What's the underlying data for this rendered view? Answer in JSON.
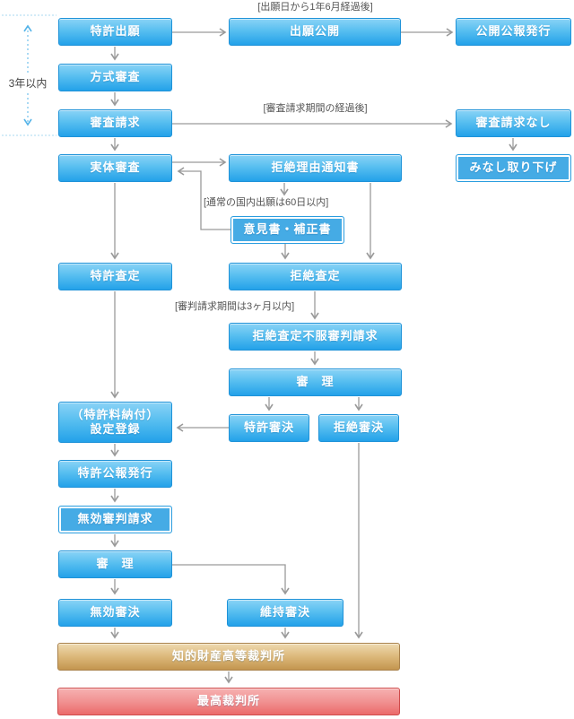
{
  "diagram": {
    "subject": "patent-application-procedure-flowchart",
    "language": "ja"
  },
  "nodes": {
    "patent_application": {
      "label": "特許出願"
    },
    "application_publication": {
      "label": "出願公開"
    },
    "publication_gazette": {
      "label": "公開公報発行"
    },
    "formality_exam": {
      "label": "方式審査"
    },
    "exam_request": {
      "label": "審査請求"
    },
    "no_exam_request": {
      "label": "審査請求なし"
    },
    "substantive_exam": {
      "label": "実体審査"
    },
    "rejection_notice": {
      "label": "拒絶理由通知書"
    },
    "deemed_withdrawal": {
      "label": "みなし取り下げ"
    },
    "opinion_amendment": {
      "label": "意見書・補正書"
    },
    "patent_decision": {
      "label": "特許査定"
    },
    "rejection_decision": {
      "label": "拒絶査定"
    },
    "appeal_request": {
      "label": "拒絶査定不服審判請求"
    },
    "trial_examination_1": {
      "label": "審　理"
    },
    "registration": {
      "label": "（特許料納付）\n設定登録"
    },
    "patent_trial_decision": {
      "label": "特許審決"
    },
    "rejection_trial_decision": {
      "label": "拒絶審決"
    },
    "patent_gazette": {
      "label": "特許公報発行"
    },
    "invalidation_request": {
      "label": "無効審判請求"
    },
    "trial_examination_2": {
      "label": "審　理"
    },
    "invalidation_decision": {
      "label": "無効審決"
    },
    "maintenance_decision": {
      "label": "維持審決"
    },
    "ip_high_court": {
      "label": "知的財産高等裁判所"
    },
    "supreme_court": {
      "label": "最高裁判所"
    }
  },
  "annotations": {
    "publication_period": "[出願日から1年6月経過後]",
    "exam_request_period": "[審査請求期間の経過後]",
    "response_period": "[通常の国内出願は60日以内]",
    "appeal_period": "[審判請求期間は3ヶ月以内]",
    "three_years": "3年以内"
  },
  "colors": {
    "box_blue_gradient_top": "#8ad3f6",
    "box_blue_gradient_bottom": "#23a1e9",
    "box_blue_border": "#1e92d8",
    "box_blue_flat": "#45abe5",
    "box_tan_gradient_top": "#eed9b0",
    "box_tan_gradient_bottom": "#c3954e",
    "box_red_gradient_top": "#f6b1b1",
    "box_red_gradient_bottom": "#eb6a6a",
    "arrow_gray": "#9a9a9a",
    "dotted_blue": "#55b4e8",
    "annotation_text": "#555555",
    "box_text": "#ffffff",
    "background": "#ffffff"
  }
}
